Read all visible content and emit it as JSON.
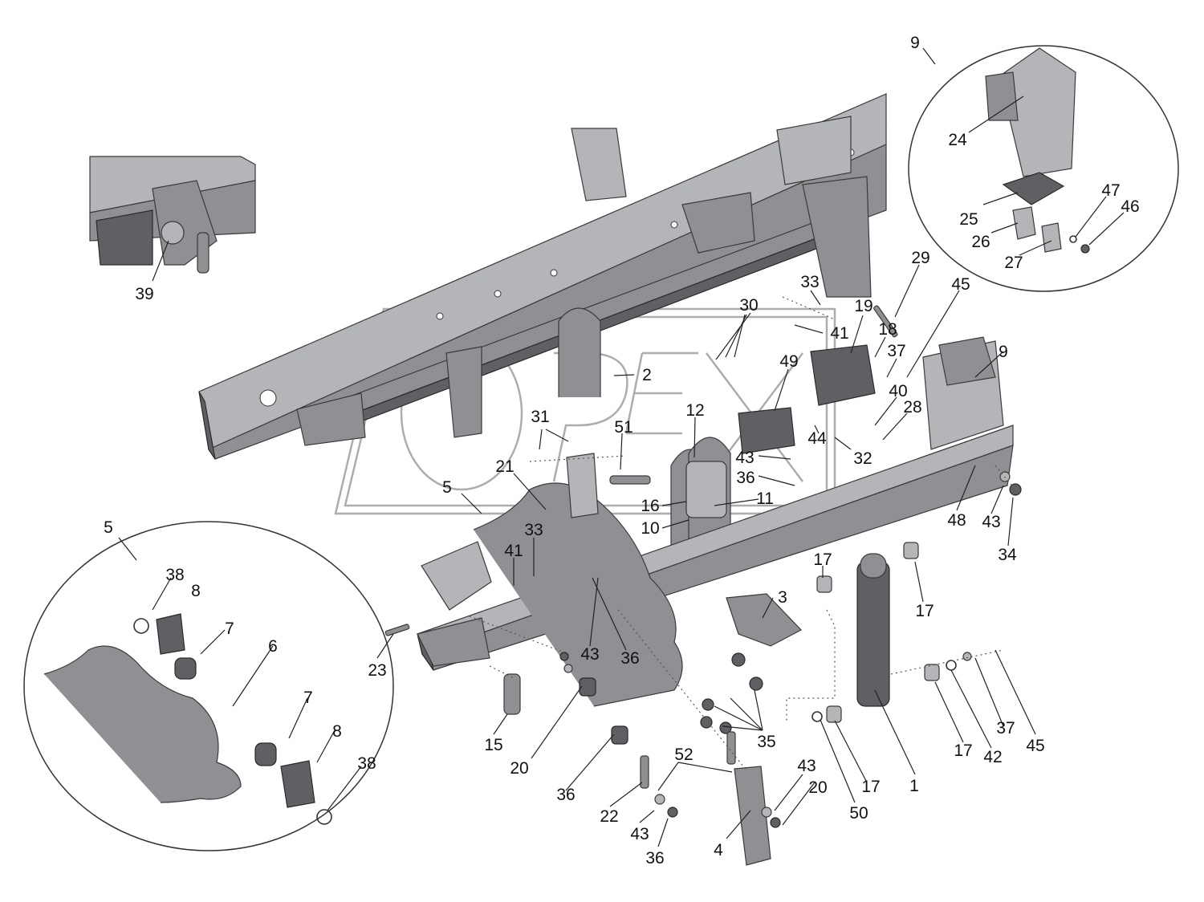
{
  "diagram": {
    "watermark": "OPEX",
    "callouts": [
      {
        "label": "9"
      },
      {
        "label": "24"
      },
      {
        "label": "25"
      },
      {
        "label": "26"
      },
      {
        "label": "47"
      },
      {
        "label": "46"
      },
      {
        "label": "27"
      },
      {
        "label": "39"
      },
      {
        "label": "29"
      },
      {
        "label": "45"
      },
      {
        "label": "33"
      },
      {
        "label": "30"
      },
      {
        "label": "19"
      },
      {
        "label": "18"
      },
      {
        "label": "41"
      },
      {
        "label": "37"
      },
      {
        "label": "9"
      },
      {
        "label": "2"
      },
      {
        "label": "49"
      },
      {
        "label": "40"
      },
      {
        "label": "28"
      },
      {
        "label": "12"
      },
      {
        "label": "31"
      },
      {
        "label": "51"
      },
      {
        "label": "44"
      },
      {
        "label": "32"
      },
      {
        "label": "43"
      },
      {
        "label": "36"
      },
      {
        "label": "21"
      },
      {
        "label": "5"
      },
      {
        "label": "16"
      },
      {
        "label": "11"
      },
      {
        "label": "10"
      },
      {
        "label": "48"
      },
      {
        "label": "43"
      },
      {
        "label": "33"
      },
      {
        "label": "34"
      },
      {
        "label": "5"
      },
      {
        "label": "41"
      },
      {
        "label": "17"
      },
      {
        "label": "38"
      },
      {
        "label": "8"
      },
      {
        "label": "3"
      },
      {
        "label": "17"
      },
      {
        "label": "7"
      },
      {
        "label": "6"
      },
      {
        "label": "23"
      },
      {
        "label": "43"
      },
      {
        "label": "36"
      },
      {
        "label": "7"
      },
      {
        "label": "15"
      },
      {
        "label": "8"
      },
      {
        "label": "35"
      },
      {
        "label": "37"
      },
      {
        "label": "20"
      },
      {
        "label": "17"
      },
      {
        "label": "42"
      },
      {
        "label": "45"
      },
      {
        "label": "38"
      },
      {
        "label": "52"
      },
      {
        "label": "43"
      },
      {
        "label": "36"
      },
      {
        "label": "20"
      },
      {
        "label": "17"
      },
      {
        "label": "1"
      },
      {
        "label": "22"
      },
      {
        "label": "50"
      },
      {
        "label": "43"
      },
      {
        "label": "4"
      },
      {
        "label": "36"
      }
    ]
  }
}
